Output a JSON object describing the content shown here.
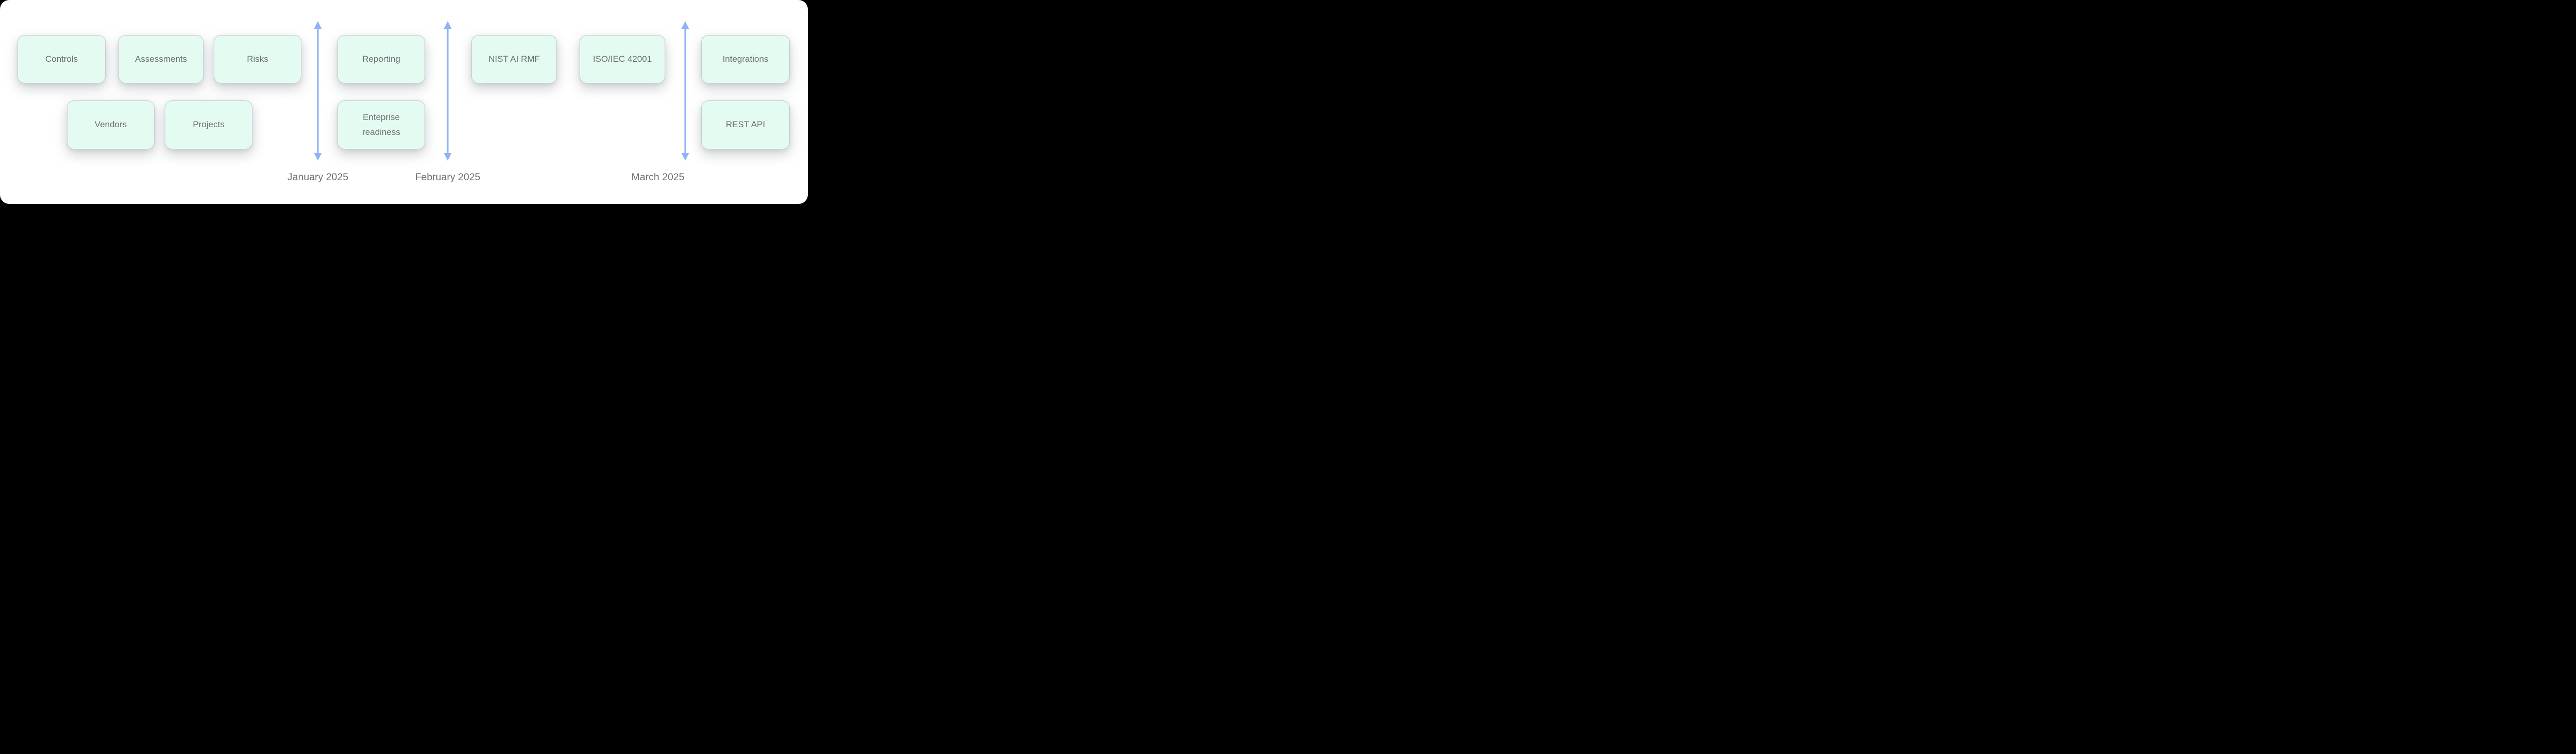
{
  "colors": {
    "box-fill": "#e4fbf2",
    "box-border": "#c8cccb",
    "box-text": "#6b706e",
    "arrow": "#8fb3f7",
    "label-text": "#6f6f6f",
    "card-bg": "#ffffff",
    "outside-bg": "#000000"
  },
  "boxes": [
    {
      "label": "Controls"
    },
    {
      "label": "Assessments"
    },
    {
      "label": "Risks"
    },
    {
      "label": "Reporting"
    },
    {
      "label": "NIST AI RMF"
    },
    {
      "label": "ISO/IEC 42001"
    },
    {
      "label": "Integrations"
    },
    {
      "label": "Vendors"
    },
    {
      "label": "Projects"
    },
    {
      "label": "Enteprise readiness"
    },
    {
      "label": "REST API"
    }
  ],
  "timeline": {
    "months": [
      {
        "label": "January 2025"
      },
      {
        "label": "February 2025"
      },
      {
        "label": "March 2025"
      }
    ]
  }
}
